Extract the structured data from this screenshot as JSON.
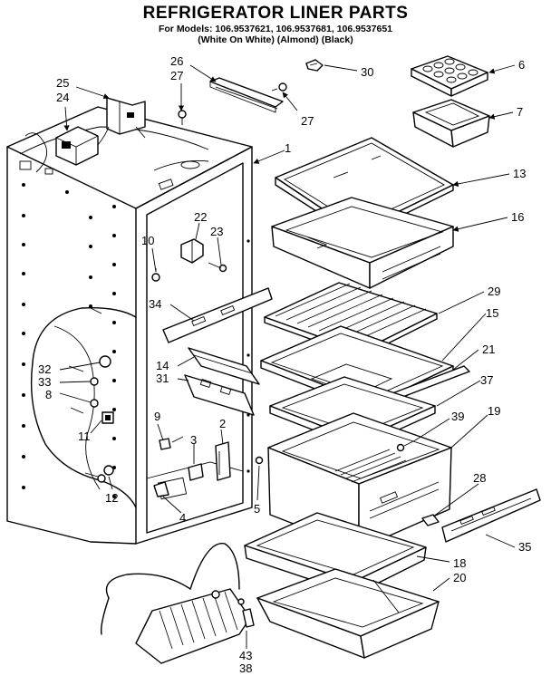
{
  "header": {
    "title": "REFRIGERATOR LINER PARTS",
    "models": "For Models: 106.9537621, 106.9537681, 106.9537651",
    "colors": "(White On White)  (Almond)    (Black)"
  },
  "callouts": [
    "25",
    "24",
    "26",
    "27",
    "30",
    "6",
    "7",
    "27",
    "1",
    "13",
    "16",
    "22",
    "23",
    "10",
    "34",
    "29",
    "15",
    "21",
    "14",
    "31",
    "37",
    "32",
    "33",
    "8",
    "9",
    "2",
    "3",
    "39",
    "19",
    "11",
    "12",
    "5",
    "4",
    "28",
    "35",
    "18",
    "20",
    "43",
    "38"
  ],
  "colors": {
    "ink": "#000000",
    "paper": "#ffffff"
  }
}
